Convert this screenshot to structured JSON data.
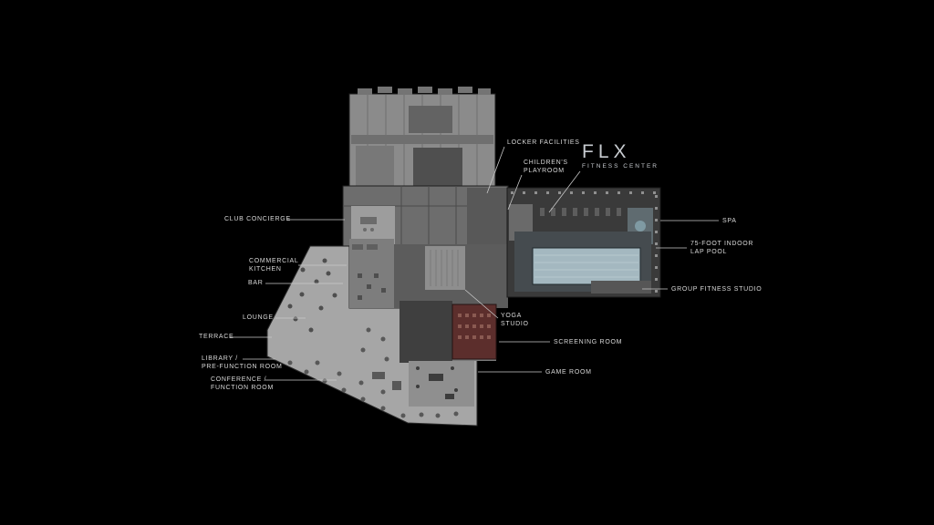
{
  "brand": {
    "name": "FLX",
    "tagline": "FITNESS CENTER"
  },
  "labels": {
    "locker_facilities": "LOCKER FACILITIES",
    "childrens_playroom_line1": "CHILDREN'S",
    "childrens_playroom_line2": "PLAYROOM",
    "club_concierge": "CLUB CONCIERGE",
    "commercial_kitchen_line1": "COMMERCIAL",
    "commercial_kitchen_line2": "KITCHEN",
    "bar": "BAR",
    "lounge": "LOUNGE",
    "terrace": "TERRACE",
    "library_line1": "LIBRARY /",
    "library_line2": "PRE-FUNCTION ROOM",
    "conference_line1": "CONFERENCE /",
    "conference_line2": "FUNCTION ROOM",
    "spa": "SPA",
    "lap_pool_line1": "75-FOOT INDOOR",
    "lap_pool_line2": "LAP POOL",
    "group_fitness_studio": "GROUP FITNESS STUDIO",
    "yoga_line1": "YOGA",
    "yoga_line2": "STUDIO",
    "screening_room": "SCREENING ROOM",
    "game_room": "GAME ROOM"
  },
  "colors": {
    "background": "#000000",
    "terrace_light": "#a6a6a6",
    "tower_gray": "#8b8b8b",
    "mid_gray": "#6d6d6d",
    "fitness_dark": "#3a3a3a",
    "pool": "#a4b8c0",
    "screening_room_red": "#5c2e2c",
    "leader_line": "#c8c8c8",
    "label_text": "#d9d9d9"
  }
}
